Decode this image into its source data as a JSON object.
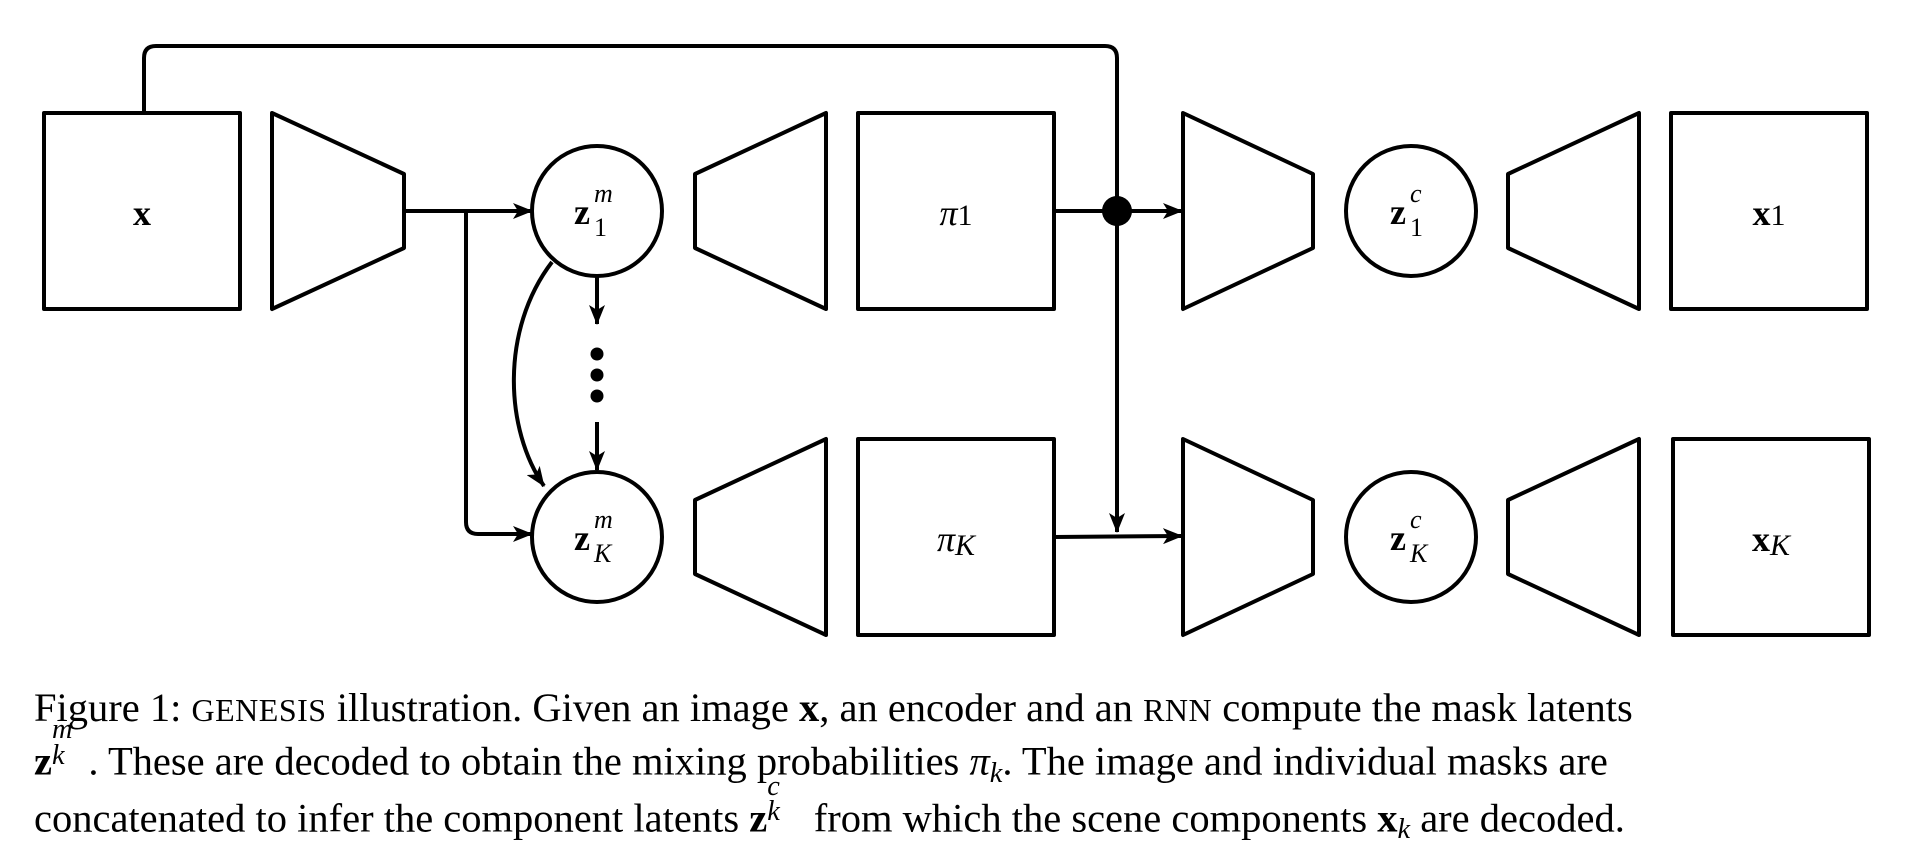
{
  "diagram": {
    "boxes": {
      "input": {
        "main": "x",
        "sub": ""
      },
      "pi_1": {
        "main": "π",
        "sub": "1"
      },
      "pi_K": {
        "main": "π",
        "sub": "K"
      },
      "x_1": {
        "main": "x",
        "sub": "1"
      },
      "x_K": {
        "main": "x",
        "sub": "K"
      }
    },
    "nodes": {
      "zm_1": {
        "main": "z",
        "sup": "m",
        "sub": "1"
      },
      "zm_K": {
        "main": "z",
        "sup": "m",
        "sub": "K"
      },
      "zc_1": {
        "main": "z",
        "sup": "c",
        "sub": "1"
      },
      "zc_K": {
        "main": "z",
        "sup": "c",
        "sub": "K"
      }
    }
  },
  "caption": {
    "l1": {
      "a": "Figure 1: ",
      "genesis": "GENESIS",
      "b": " illustration. Given an image ",
      "x": "x",
      "c": ", an encoder and an ",
      "rnn": "RNN",
      "d": " compute the mask latents"
    },
    "l2": {
      "z": "z",
      "z_sup": "m",
      "z_sub": "k",
      "a": ". These are decoded to obtain the mixing probabilities ",
      "pi": "π",
      "pi_sub": "k",
      "b": ". The image and individual masks are"
    },
    "l3": {
      "a": "concatenated to infer the component latents ",
      "z": "z",
      "z_sup": "c",
      "z_sub": "k",
      "b": " from which the scene components ",
      "x": "x",
      "x_sub": "k",
      "c": " are decoded."
    }
  }
}
